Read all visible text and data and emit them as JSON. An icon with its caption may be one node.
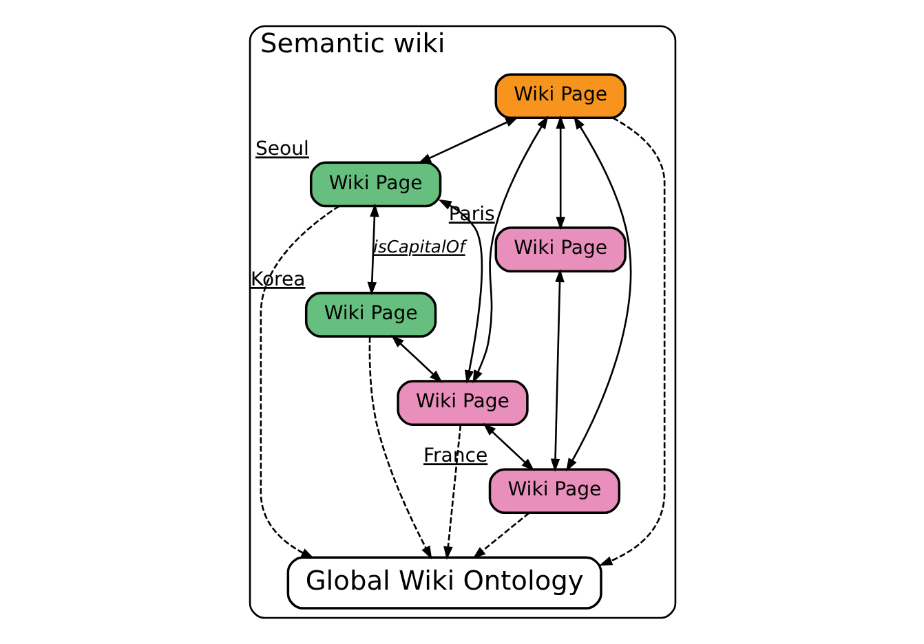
{
  "diagram": {
    "nodes": [
      {
        "text": [
          "Semantic wiki"
        ]
      },
      {
        "text": [
          "Wiki Page"
        ],
        "in": 0
      },
      {
        "text": [
          "Wiki Page"
        ],
        "in": 0,
        "beside": [
          "Paris"
        ]
      },
      {
        "text": [
          "Wiki Page"
        ],
        "in": 0,
        "beside": [
          "Seoul"
        ]
      },
      {
        "text": [
          "Wiki Page"
        ],
        "in": 0
      },
      {
        "text": [
          "Wiki Page"
        ],
        "in": 0,
        "beside": [
          "France"
        ]
      },
      {
        "text": [
          "Wiki Page"
        ],
        "in": 0,
        "beside": [
          "Korea"
        ]
      },
      {
        "text": [
          "Global Wiki Ontology"
        ],
        "in": 0
      }
    ],
    "edges": [
      {
        "from": 1,
        "to": 3,
        "arrow": "both"
      },
      {
        "from": 1,
        "to": 2,
        "arrow": "both"
      },
      {
        "from": 1,
        "to": 4,
        "arrow": "both"
      },
      {
        "from": 1,
        "to": 5,
        "arrow": "both"
      },
      {
        "from": 2,
        "to": 5,
        "arrow": "both"
      },
      {
        "from": 4,
        "to": 3,
        "arrow": "both"
      },
      {
        "from": 4,
        "to": 5,
        "arrow": "both"
      },
      {
        "from": 3,
        "to": 6,
        "arrow": "both",
        "label": "isCapitalOf"
      },
      {
        "from": 6,
        "to": 4,
        "arrow": "both"
      },
      {
        "from": 3,
        "to": 7,
        "arrow": "to",
        "style": "dashed"
      },
      {
        "from": 6,
        "to": 7,
        "arrow": "to",
        "style": "dashed"
      },
      {
        "from": 4,
        "to": 7,
        "arrow": "to",
        "style": "dashed"
      },
      {
        "from": 1,
        "to": 7,
        "arrow": "to",
        "style": "dashed"
      },
      {
        "from": 5,
        "to": 7,
        "arrow": "to",
        "style": "dashed"
      }
    ]
  }
}
